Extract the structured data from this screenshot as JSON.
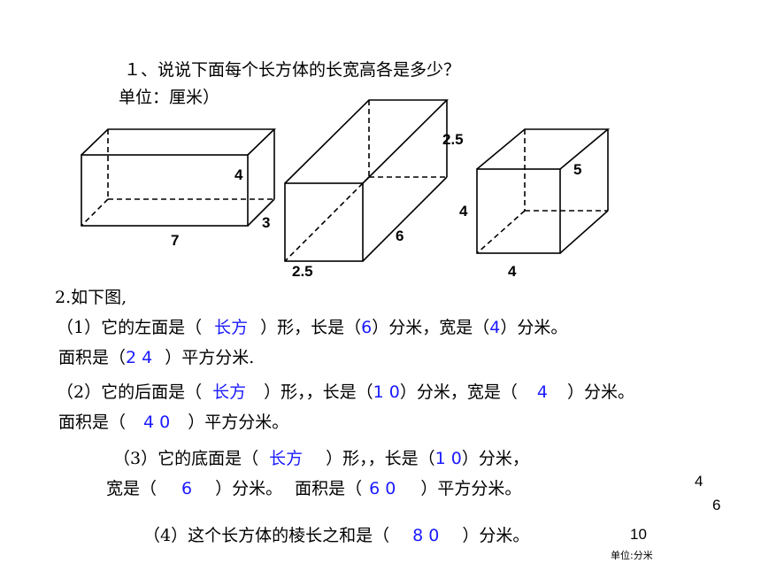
{
  "q1": {
    "title": "１、说说下面每个长方体的长宽高各是多少？",
    "unit": "单位：厘米）"
  },
  "boxes": {
    "box1": {
      "height": "4",
      "width": "3",
      "length": "7"
    },
    "box2": {
      "height": "2.5",
      "length": "6",
      "width": "2.5"
    },
    "box3": {
      "depth": "5",
      "height": "4",
      "length": "4"
    }
  },
  "q2": {
    "heading": "2.如下图,",
    "p1": {
      "a": "（1）它的左面是（",
      "ans_shape": "长方",
      "b": "）形，长是（",
      "ans_len": "6",
      "c": "）分米，宽是（",
      "ans_wid": "4",
      "d": "）分米。",
      "area_a": "面积是（",
      "ans_area": "2 4",
      "area_b": "）平方分米."
    },
    "p2": {
      "a": "（2）它的后面是（",
      "ans_shape": "长方",
      "b": "）形，，长是（",
      "ans_len": "1 0",
      "c": "）分米，宽是（",
      "ans_wid": "4",
      "d": "）分米。",
      "area_a": "面积是（",
      "ans_area": "4 0",
      "area_b": "）平方分米。"
    },
    "p3": {
      "a": "（3）它的底面是（",
      "ans_shape": "长方",
      "b": "）形，，长是（",
      "ans_len": "1 0",
      "c": "）分米，",
      "wid_a": "宽是（",
      "ans_wid": "6",
      "wid_b": "）分米。",
      "area_a": "面积是（",
      "ans_area": "6 0",
      "area_b": "）平方分米。"
    },
    "p4": {
      "a": "（4）这个长方体的棱长之和是（",
      "ans_sum": "8 0",
      "b": "）分米。"
    }
  },
  "side_figure": {
    "h": "4",
    "w": "6",
    "l": "10",
    "unit": "单位:分米"
  }
}
